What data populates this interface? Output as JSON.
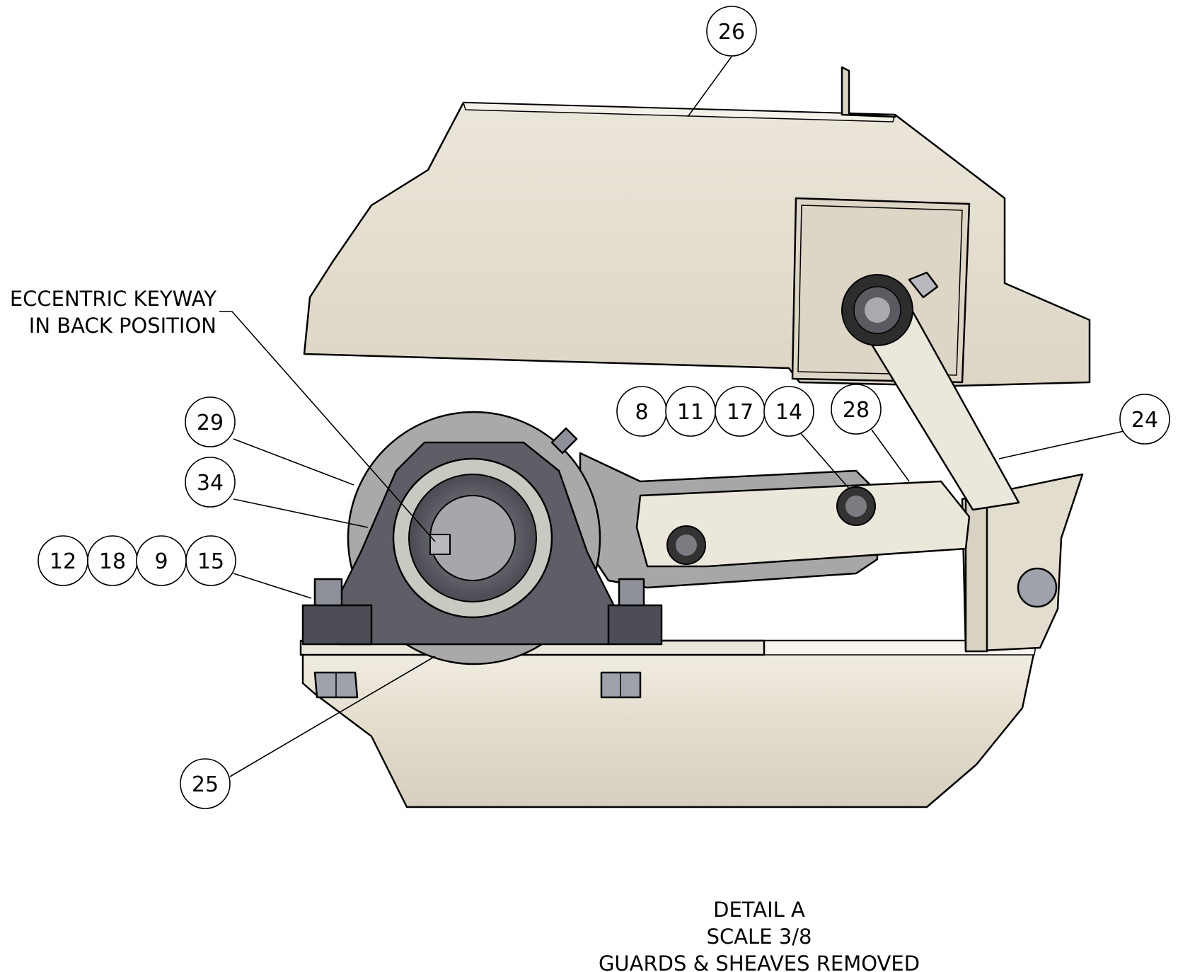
{
  "note": {
    "line1": "ECCENTRIC KEYWAY",
    "line2": "IN BACK POSITION"
  },
  "callouts": [
    "26",
    "29",
    "34",
    "12",
    "18",
    "9",
    "15",
    "25",
    "8",
    "11",
    "17",
    "14",
    "28",
    "24"
  ],
  "detail": {
    "title": "DETAIL  A",
    "scale": "SCALE 3/8",
    "subtitle": "GUARDS & SHEAVES REMOVED"
  },
  "colors": {
    "cream": "#e6e0d2",
    "cream_light": "#f0ece2",
    "housing_dark": "#5e5f66",
    "casting_gray": "#a9a9a9",
    "bearing_ring": "#c9c9c2",
    "hardware_gray": "#9fa2aa"
  }
}
